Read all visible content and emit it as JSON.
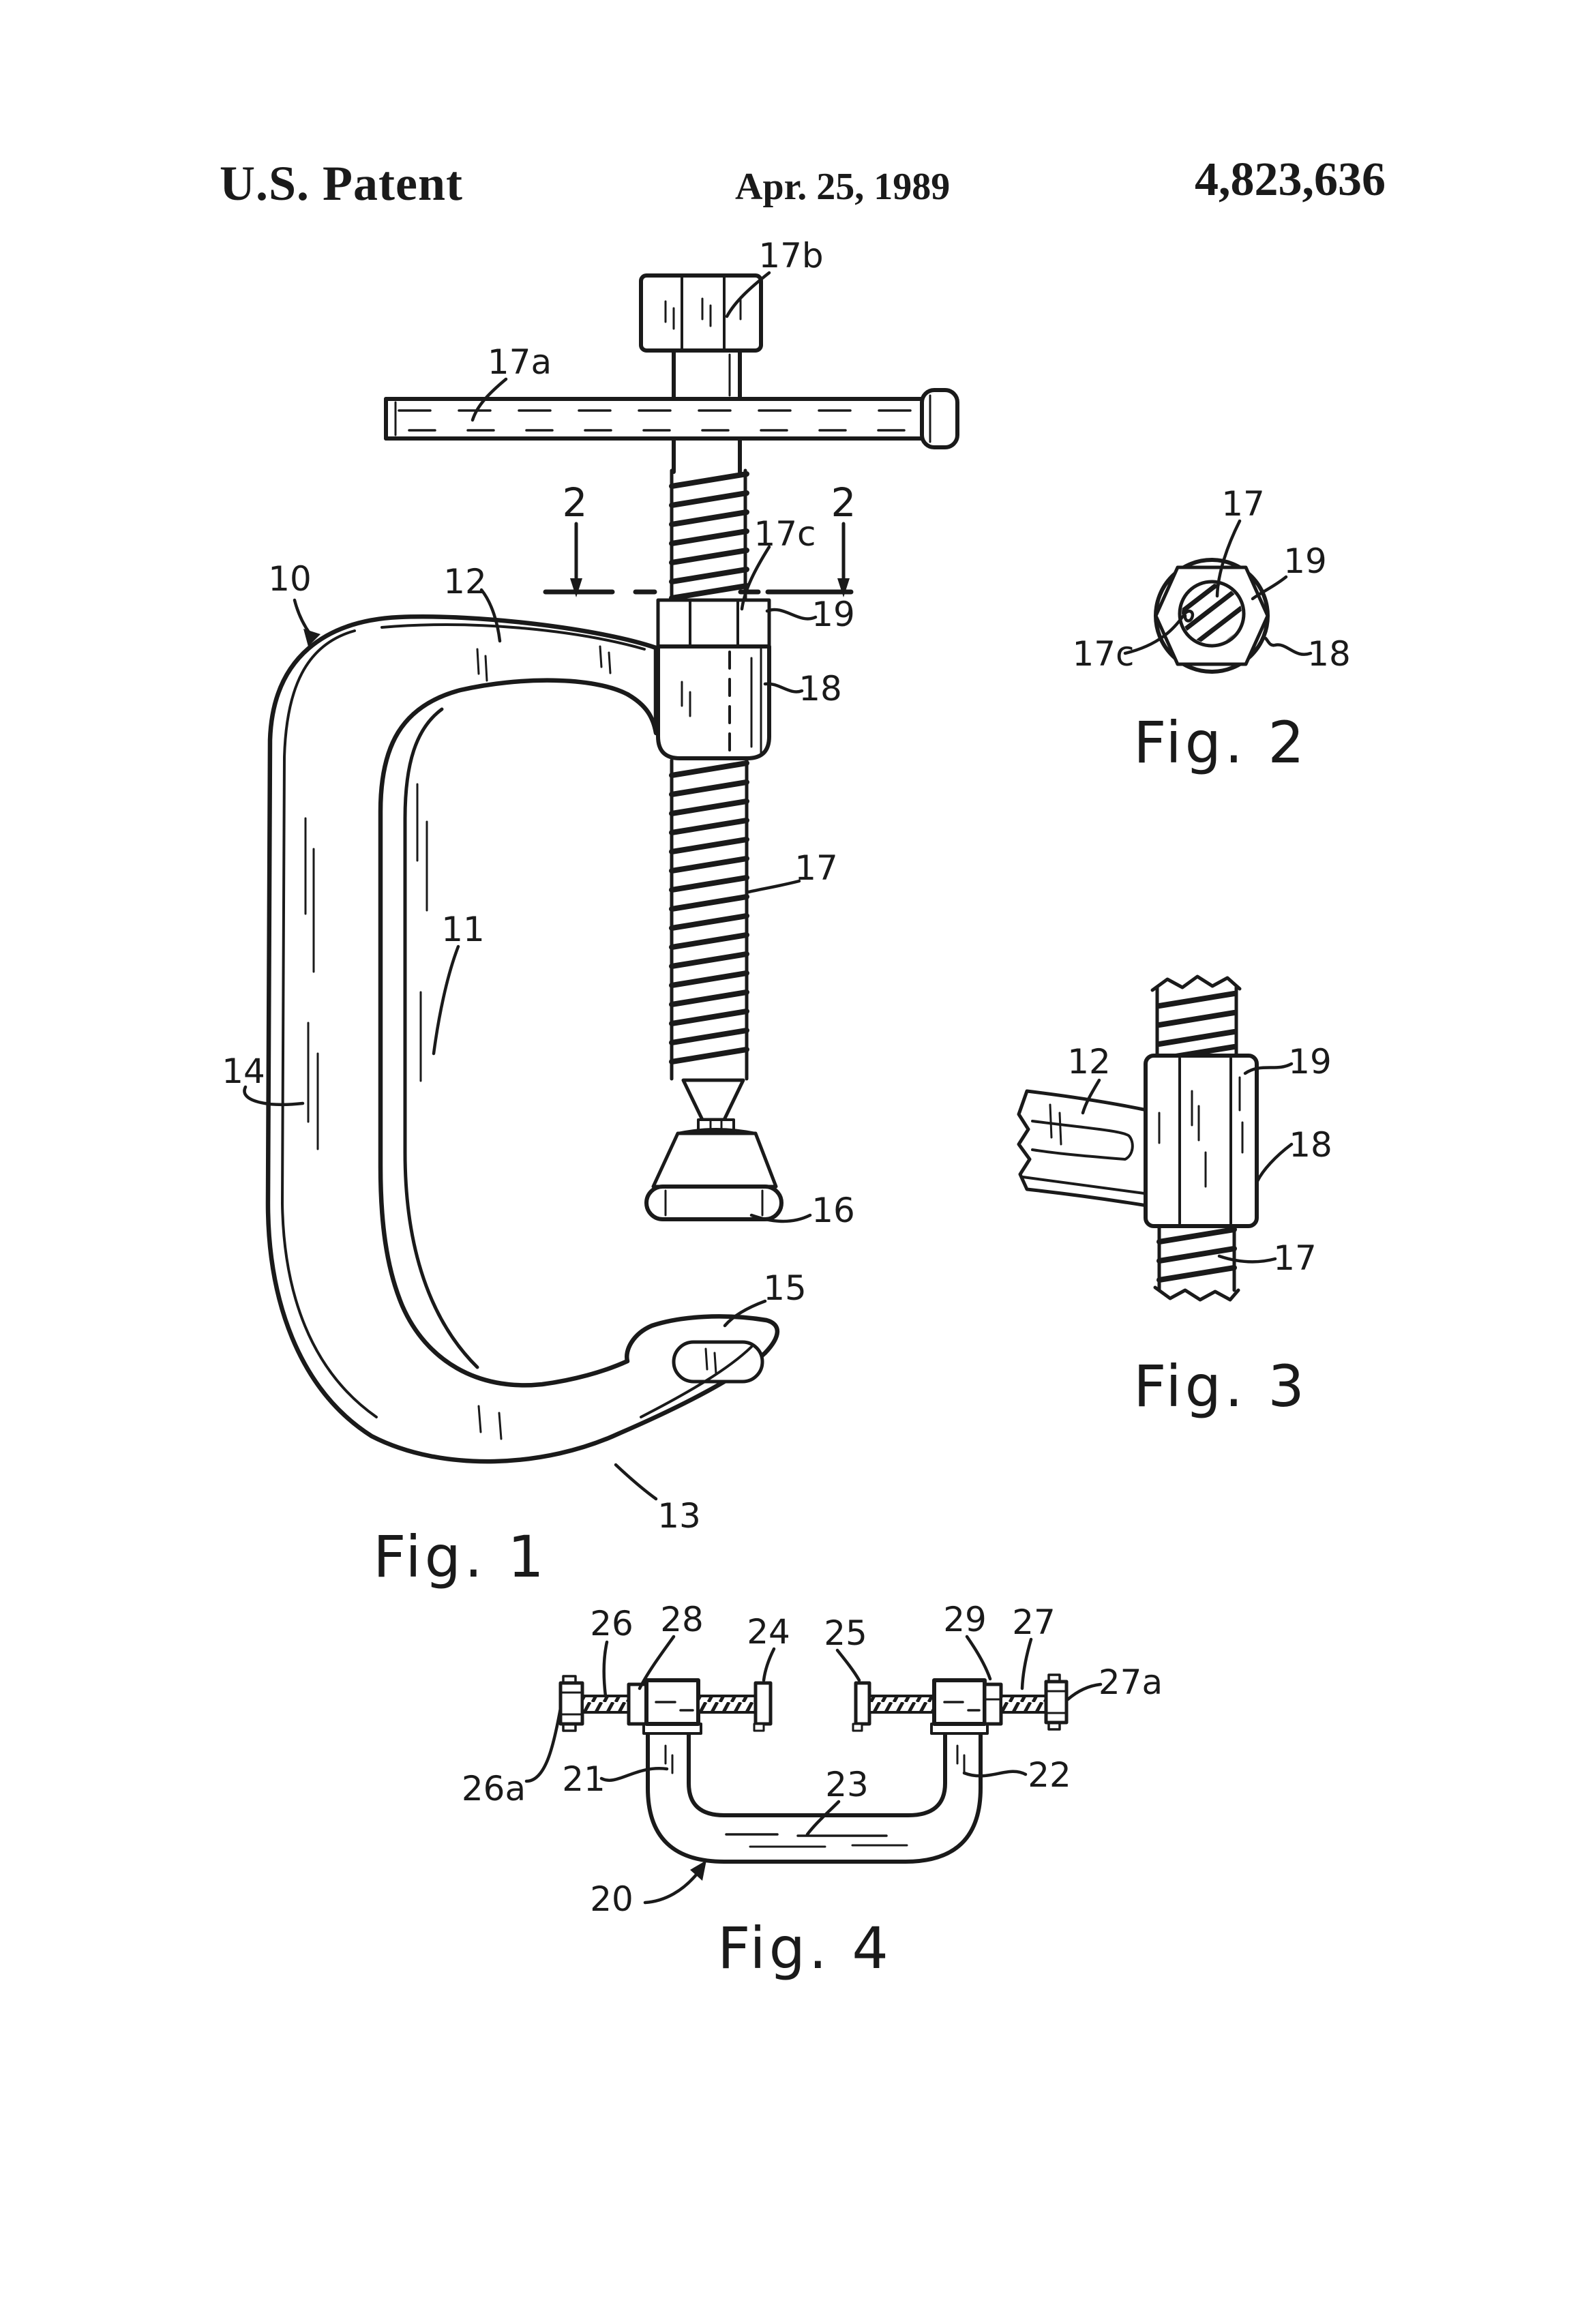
{
  "page": {
    "background": "#ffffff",
    "ink": "#1a1a1a"
  },
  "header": {
    "title": "U.S. Patent",
    "date": "Apr. 25, 1989",
    "patent_number": "4,823,636"
  },
  "fig1": {
    "caption": "Fig. 1",
    "ref_10": "10",
    "ref_11": "11",
    "ref_12": "12",
    "ref_13": "13",
    "ref_14": "14",
    "ref_15": "15",
    "ref_16": "16",
    "ref_17": "17",
    "ref_17a": "17a",
    "ref_17b": "17b",
    "ref_17c": "17c",
    "ref_18": "18",
    "ref_19": "19",
    "section_marker": "2"
  },
  "fig2": {
    "caption": "Fig. 2",
    "ref_17": "17",
    "ref_17c": "17c",
    "ref_18": "18",
    "ref_19": "19"
  },
  "fig3": {
    "caption": "Fig. 3",
    "ref_12": "12",
    "ref_17": "17",
    "ref_18": "18",
    "ref_19": "19"
  },
  "fig4": {
    "caption": "Fig. 4",
    "ref_20": "20",
    "ref_21": "21",
    "ref_22": "22",
    "ref_23": "23",
    "ref_24": "24",
    "ref_25": "25",
    "ref_26": "26",
    "ref_26a": "26a",
    "ref_27": "27",
    "ref_27a": "27a",
    "ref_28": "28",
    "ref_29": "29"
  }
}
